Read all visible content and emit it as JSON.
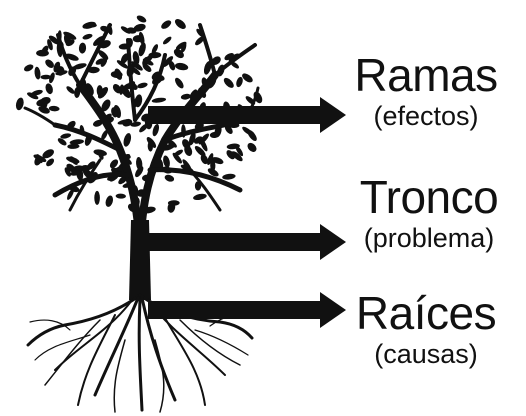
{
  "labels": {
    "ramas": {
      "title": "Ramas",
      "subtitle": "(efectos)"
    },
    "tronco": {
      "title": "Tronco",
      "subtitle": "(problema)"
    },
    "raices": {
      "title": "Raíces",
      "subtitle": "(causas)"
    }
  },
  "colors": {
    "ink": "#111111",
    "background": "#ffffff"
  },
  "icons": {
    "illustration": "tree-with-roots-icon",
    "pointer": "right-arrow-icon"
  }
}
